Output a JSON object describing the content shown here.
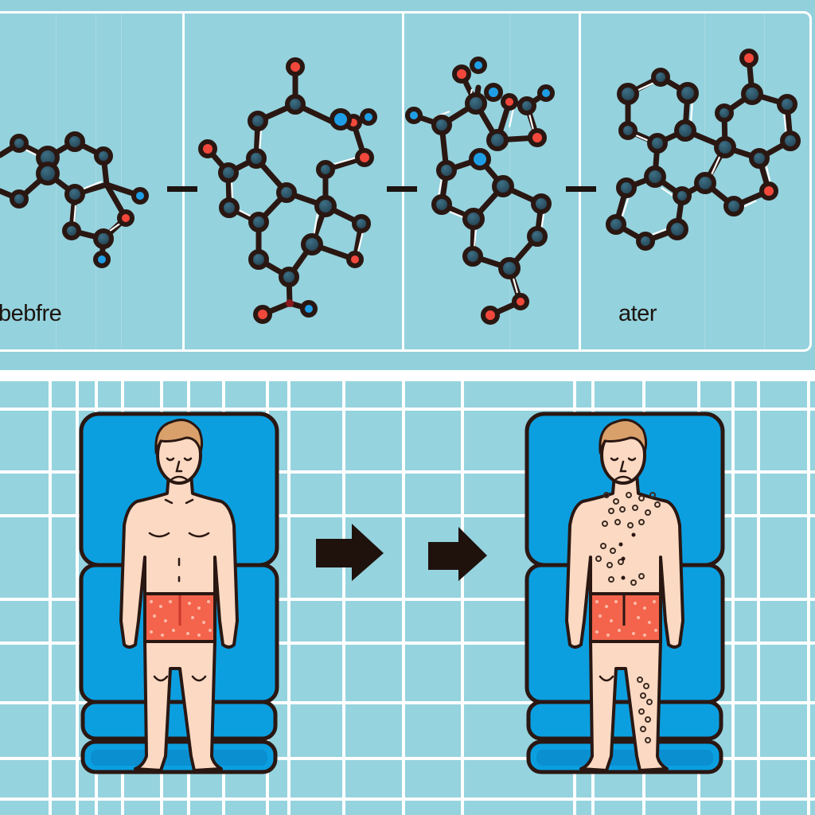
{
  "top_panel": {
    "labels": {
      "before": "bebfre",
      "after": "ater"
    },
    "stages": [
      {
        "name": "stage-1-molecule",
        "position": "left"
      },
      {
        "name": "stage-2-molecule",
        "position": "center-left"
      },
      {
        "name": "stage-3-molecule",
        "position": "center-right"
      },
      {
        "name": "stage-4-molecule",
        "position": "right"
      }
    ],
    "connector_icons": [
      "dash-icon",
      "dash-icon",
      "dash-icon"
    ]
  },
  "bottom_panel": {
    "figures": [
      {
        "name": "person-before",
        "state": "clear skin"
      },
      {
        "name": "person-after",
        "state": "skin rash"
      }
    ],
    "arrows": [
      "arrow-right-icon",
      "arrow-right-icon"
    ]
  },
  "colors": {
    "background": "#92d0dc",
    "grid_lines": "#ffffff",
    "atom_carbon": "#2c5568",
    "atom_oxygen": "#f2483c",
    "atom_nitrogen": "#1f9ee6",
    "bond": "#2a1712",
    "mat_blue": "#0b9fe0",
    "skin": "#fbd9c2",
    "hair": "#d9a06b",
    "shorts": "#f4644c"
  }
}
